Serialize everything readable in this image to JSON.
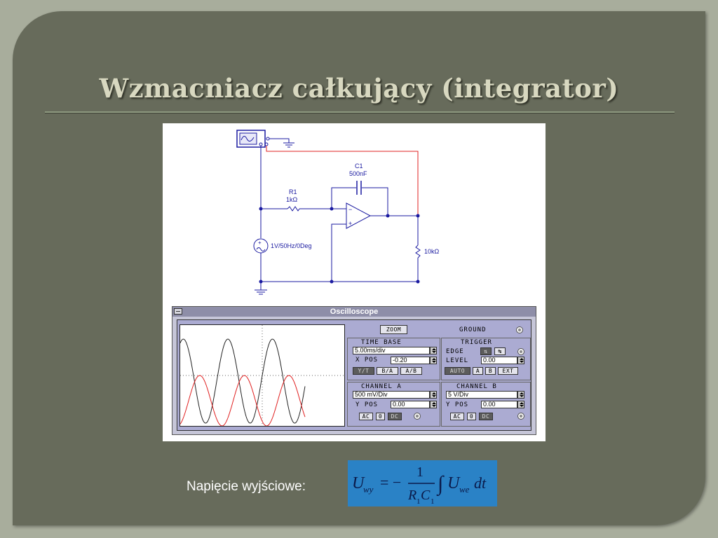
{
  "slide": {
    "title": "Wzmacniacz całkujący (integrator)",
    "caption": "Napięcie wyjściowe:"
  },
  "schematic": {
    "capacitor_name": "C1",
    "capacitor_value": "500nF",
    "resistor_name": "R1",
    "resistor_value": "1kΩ",
    "source_value": "1V/50Hz/0Deg",
    "load_value": "10kΩ"
  },
  "oscilloscope": {
    "window_title": "Oscilloscope",
    "zoom_label": "ZOOM",
    "ground_label": "GROUND",
    "time_base": {
      "heading": "TIME BASE",
      "value": "5.00ms/div",
      "xpos_label": "X POS",
      "xpos_value": "-0.20",
      "modes": [
        "Y/T",
        "B/A",
        "A/B"
      ],
      "active_mode": "Y/T"
    },
    "trigger": {
      "heading": "TRIGGER",
      "edge_label": "EDGE",
      "level_label": "LEVEL",
      "level_value": "0.00",
      "sources": [
        "AUTO",
        "A",
        "B",
        "EXT"
      ],
      "active_source": "AUTO"
    },
    "channel_a": {
      "heading": "CHANNEL A",
      "scale": "500 mV/Div",
      "ypos_label": "Y POS",
      "ypos_value": "0.00",
      "coupling": [
        "AC",
        "0",
        "DC"
      ],
      "active_coupling": "DC"
    },
    "channel_b": {
      "heading": "CHANNEL B",
      "scale": "5 V/Div",
      "ypos_label": "Y POS",
      "ypos_value": "0.00",
      "coupling": [
        "AC",
        "0",
        "DC"
      ],
      "active_coupling": "DC"
    },
    "trace_colors": {
      "channel_a": "#222222",
      "channel_b": "#e02020"
    }
  },
  "formula": {
    "lhs": "U",
    "lhs_sub": "wy",
    "equals": "= −",
    "numerator": "1",
    "denominator": "R",
    "denominator_sub1": "1",
    "denominator_c": "C",
    "denominator_sub2": "1",
    "integral": "∫",
    "integrand": "U",
    "integrand_sub": "we",
    "differential": "dt"
  },
  "colors": {
    "background": "#676b5b",
    "title": "#d8d8c0",
    "formula_bg": "#2a82c6"
  }
}
